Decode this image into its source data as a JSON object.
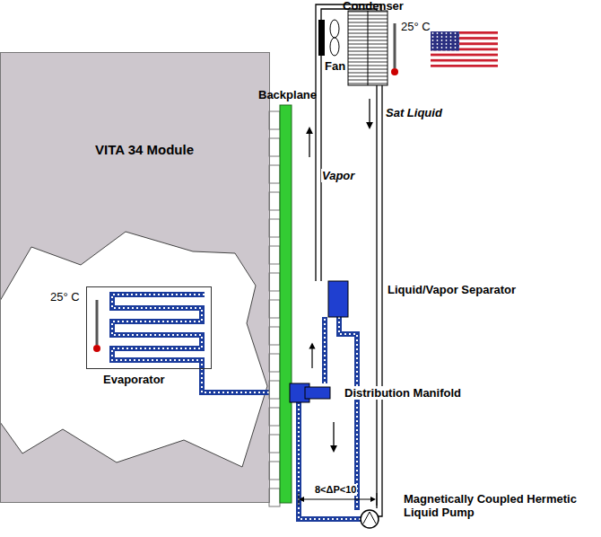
{
  "diagram": {
    "nodes": [
      {
        "text": [
          "VITA 34 Module"
        ]
      },
      {
        "text": [
          "Evaporator"
        ],
        "in": 0
      },
      {
        "text": [
          "Backplane"
        ]
      }
    ],
    "labels": [
      "Condenser",
      "25° C",
      "Fan",
      "Vapor",
      "Sat Liquid",
      "Liquid/Vapor Separator",
      "Distribution Manifold",
      "8<ΔP<10",
      "Magnetically Coupled Hermetic Liquid Pump",
      "25° C"
    ]
  }
}
